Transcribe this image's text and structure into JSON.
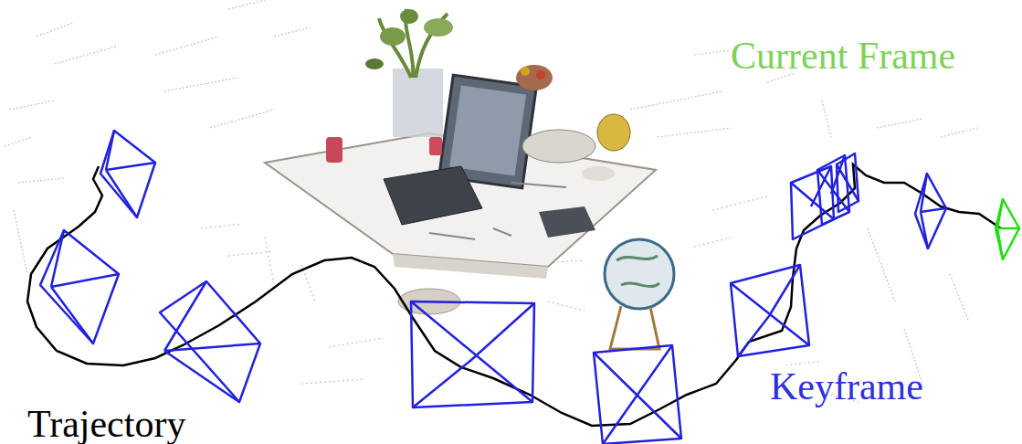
{
  "diagram": {
    "labels": [
      "Current Frame",
      "Keyframe",
      "Trajectory"
    ]
  }
}
